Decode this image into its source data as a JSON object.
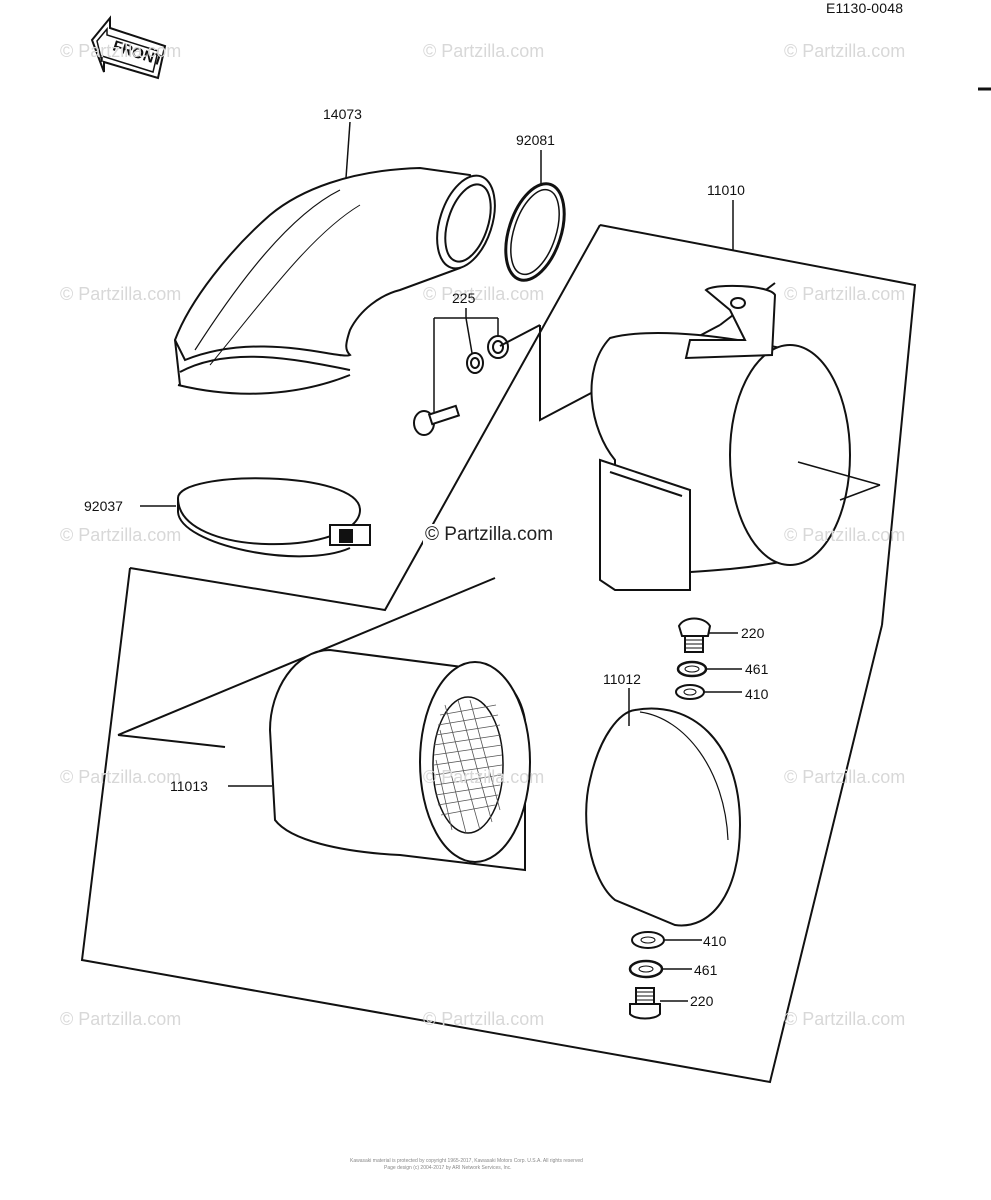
{
  "diagram_code": "E1130-0048",
  "front_label": "FRONT",
  "watermark": "© Partzilla.com",
  "watermark_center": "© Partzilla.com",
  "part_labels": [
    "14073",
    "92081",
    "11010",
    "225",
    "92037",
    "220",
    "461",
    "410",
    "11012",
    "11013",
    "410",
    "461",
    "220"
  ],
  "footer_lines": [
    "Kawasaki material is protected by copyright 1965-2017, Kawasaki Motors Corp. U.S.A. All rights reserved",
    "Page design (c) 2004-2017 by ARI Network Services, Inc."
  ],
  "colors": {
    "ink": "#111111",
    "watermark": "#d8d8d8",
    "background": "#ffffff"
  }
}
